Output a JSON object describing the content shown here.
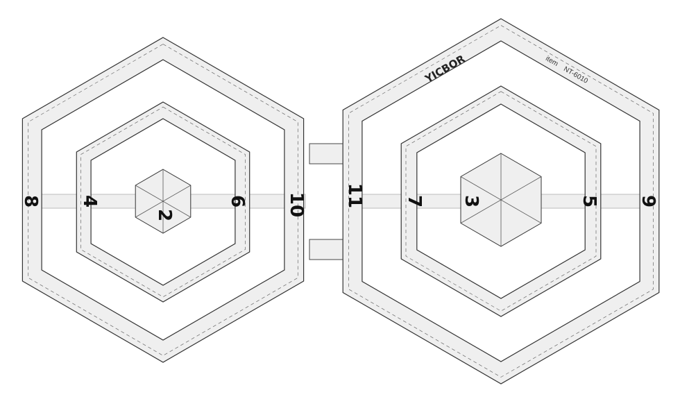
{
  "product": {
    "brand": "YICBOR",
    "item_label": "item",
    "item_code": "NT-6010"
  },
  "left_template": {
    "labels": [
      "8",
      "4",
      "2",
      "6",
      "10"
    ]
  },
  "right_template": {
    "labels": [
      "11",
      "7",
      "3",
      "5",
      "9"
    ]
  },
  "colors": {
    "acrylic": "#efefef",
    "outline": "#333333",
    "background": "#ffffff"
  }
}
